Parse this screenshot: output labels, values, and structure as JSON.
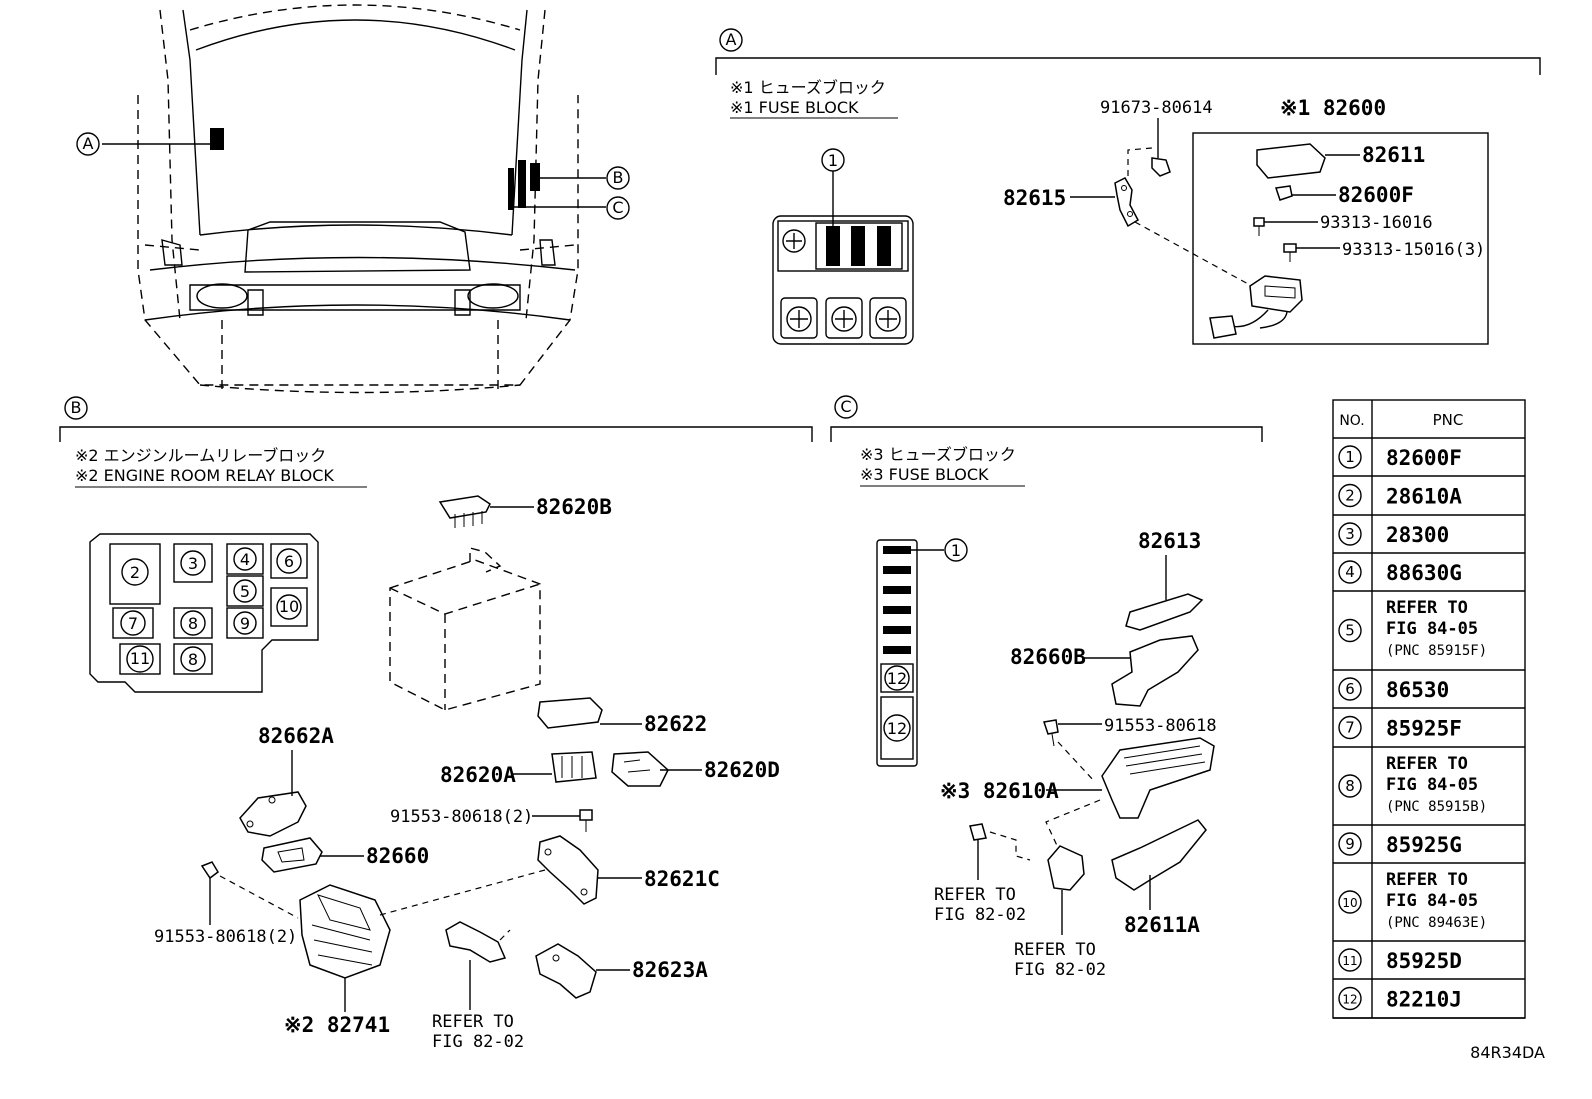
{
  "figure_code": "84R34DA",
  "sections": {
    "A": {
      "letter": "A",
      "title_jp": "※1 ヒューズブロック",
      "title_en": "※1 FUSE BLOCK",
      "parts": {
        "p91673": "91673-80614",
        "p82600": "※1 82600",
        "p82611": "82611",
        "p82600F": "82600F",
        "p93313a": "93313-16016",
        "p93313b": "93313-15016(3)",
        "p82615": "82615"
      }
    },
    "B": {
      "letter": "B",
      "title_jp": "※2 エンジンルームリレーブロック",
      "title_en": "※2 ENGINE ROOM RELAY BLOCK",
      "parts": {
        "p82620B": "82620B",
        "p82622": "82622",
        "p82620A": "82620A",
        "p82620D": "82620D",
        "p91553a": "91553-80618(2)",
        "p82621C": "82621C",
        "p82662A": "82662A",
        "p82660": "82660",
        "p91553b": "91553-80618(2)",
        "p82623A": "82623A",
        "p82741": "※2 82741",
        "refer1": "REFER TO",
        "refer2": "FIG 82-02"
      }
    },
    "C": {
      "letter": "C",
      "title_jp": "※3 ヒューズブロック",
      "title_en": "※3 FUSE BLOCK",
      "parts": {
        "p82613": "82613",
        "p82660B": "82660B",
        "p91553": "91553-80618",
        "p82610A": "※3 82610A",
        "p82611A": "82611A",
        "refer1": "REFER TO",
        "refer2": "FIG 82-02"
      }
    }
  },
  "table": {
    "header_no": "NO.",
    "header_pnc": "PNC",
    "rows": [
      {
        "no": "1",
        "pnc": [
          "82600F"
        ]
      },
      {
        "no": "2",
        "pnc": [
          "28610A"
        ]
      },
      {
        "no": "3",
        "pnc": [
          "28300"
        ]
      },
      {
        "no": "4",
        "pnc": [
          "88630G"
        ]
      },
      {
        "no": "5",
        "pnc": [
          "REFER TO",
          "FIG 84-05",
          "(PNC 85915F)"
        ]
      },
      {
        "no": "6",
        "pnc": [
          "86530"
        ]
      },
      {
        "no": "7",
        "pnc": [
          "85925F"
        ]
      },
      {
        "no": "8",
        "pnc": [
          "REFER TO",
          "FIG 84-05",
          "(PNC 85915B)"
        ]
      },
      {
        "no": "9",
        "pnc": [
          "85925G"
        ]
      },
      {
        "no": "10",
        "pnc": [
          "REFER TO",
          "FIG 84-05",
          "(PNC 89463E)"
        ]
      },
      {
        "no": "11",
        "pnc": [
          "85925D"
        ]
      },
      {
        "no": "12",
        "pnc": [
          "82210J"
        ]
      }
    ]
  },
  "callouts": {
    "one": "1",
    "two": "2",
    "three": "3",
    "four": "4",
    "five": "5",
    "six": "6",
    "seven": "7",
    "eight": "8",
    "nine": "9",
    "ten": "10",
    "eleven": "11",
    "twelve": "12"
  }
}
